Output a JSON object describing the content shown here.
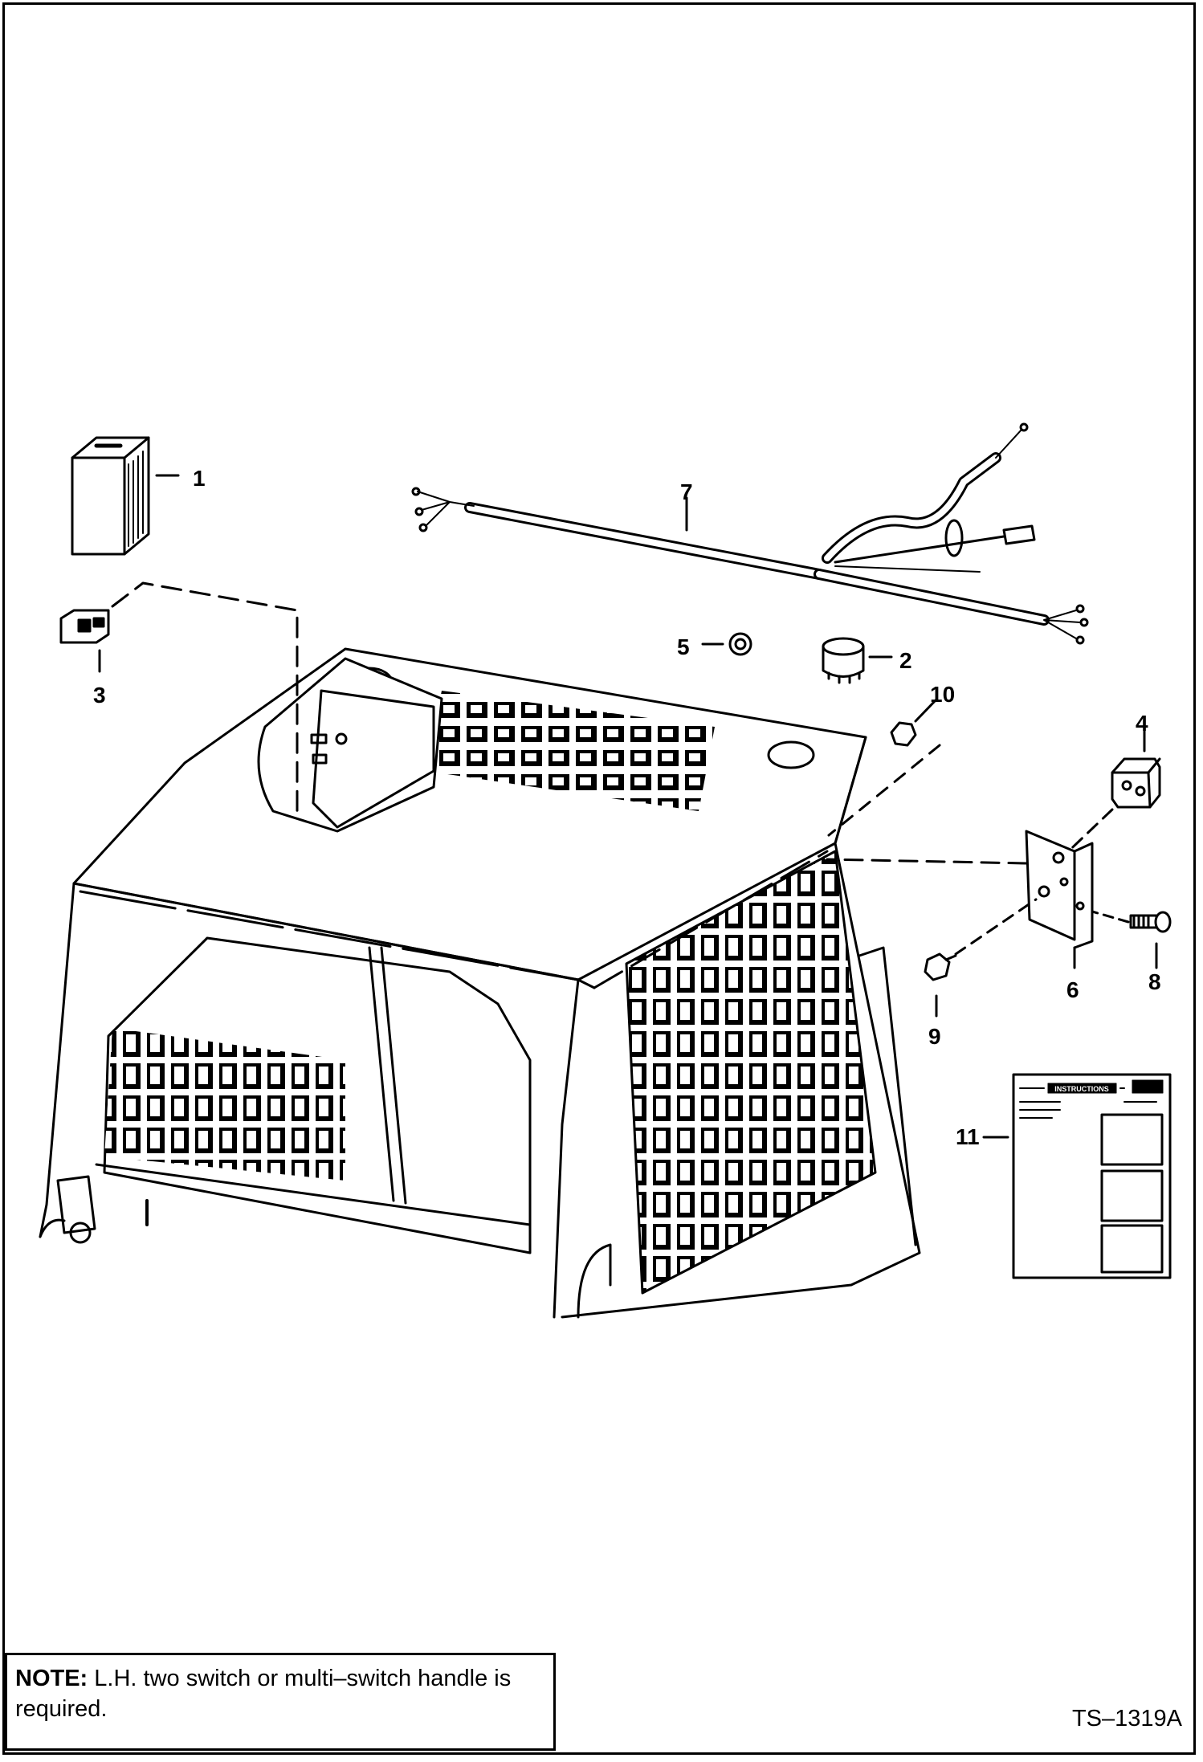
{
  "diagram": {
    "callouts": [
      "1",
      "2",
      "3",
      "4",
      "5",
      "6",
      "7",
      "8",
      "9",
      "10",
      "11"
    ],
    "decal_header": "INSTRUCTIONS"
  },
  "note": {
    "label": "NOTE:",
    "text": " L.H. two switch or multi–switch handle is required."
  },
  "reference_code": "TS–1319A"
}
